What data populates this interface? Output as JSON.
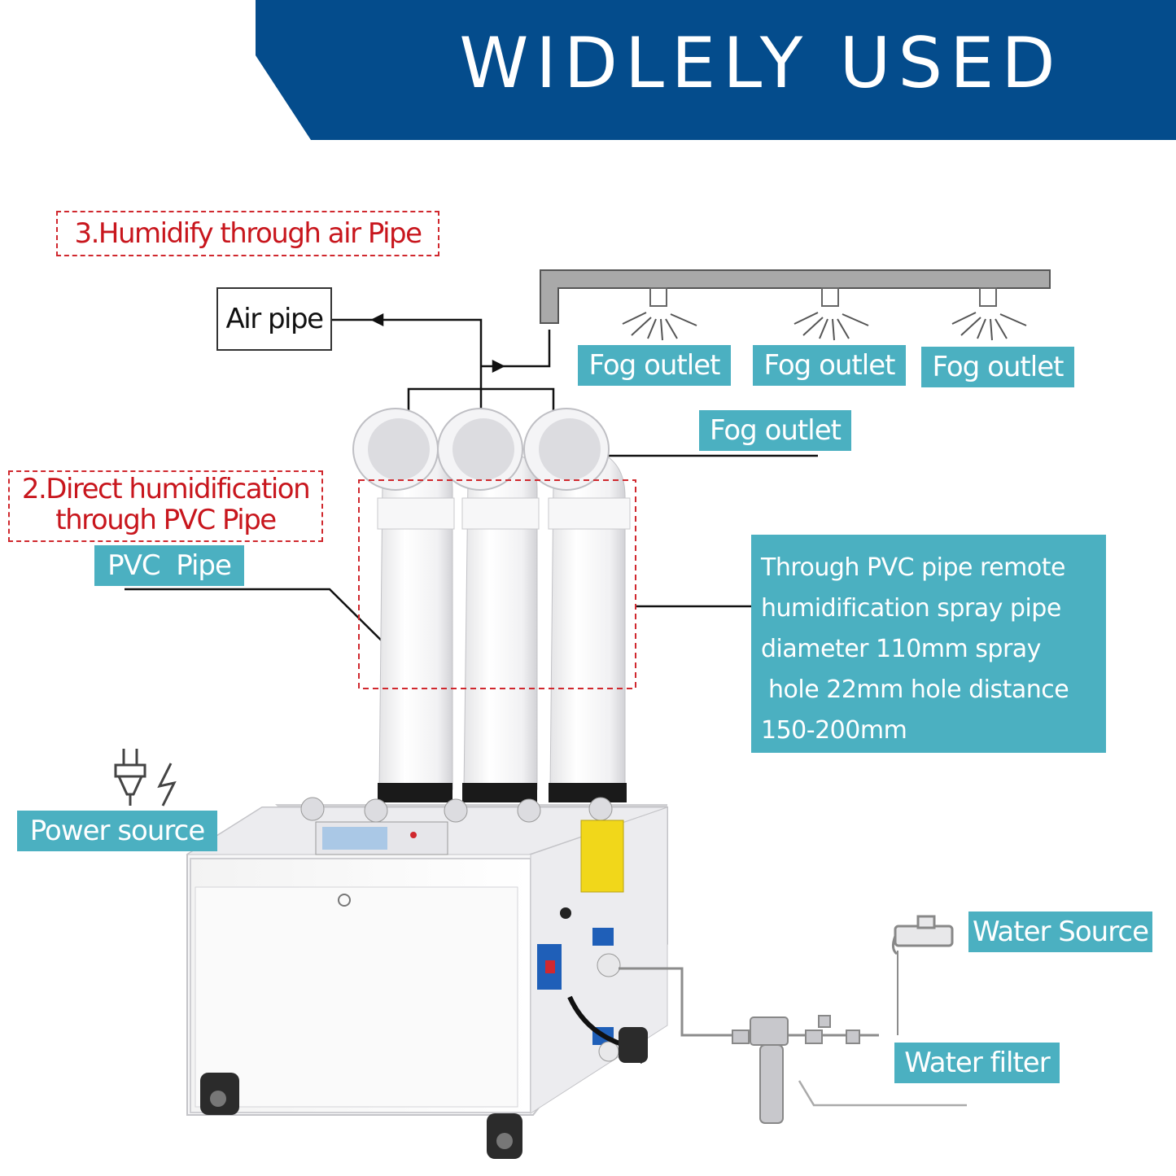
{
  "banner": {
    "title": "WIDLELY USED",
    "color": "#044c8c"
  },
  "methods": {
    "method3": "3.Humidify through air Pipe",
    "method2_line1": "2.Direct humidification",
    "method2_line2": "through PVC Pipe"
  },
  "labels": {
    "air_pipe": "Air pipe",
    "fog_outlet_1": "Fog outlet",
    "fog_outlet_2": "Fog outlet",
    "fog_outlet_3": "Fog outlet",
    "fog_outlet_4": "Fog outlet",
    "pvc_pipe": "PVC  Pipe",
    "power_source": "Power source",
    "water_source": "Water Source",
    "water_filter": "Water filter"
  },
  "description": {
    "lines": [
      "Through PVC pipe remote",
      "humidification spray pipe",
      "diameter 110mm spray",
      " hole 22mm hole distance",
      "150-200mm"
    ]
  },
  "colors": {
    "accent_teal": "#4bb0c1",
    "highlight_red": "#d0282e"
  },
  "icons": [
    "power-plug-icon",
    "lightning-icon",
    "water-tap-icon",
    "spray-nozzle-icon"
  ]
}
